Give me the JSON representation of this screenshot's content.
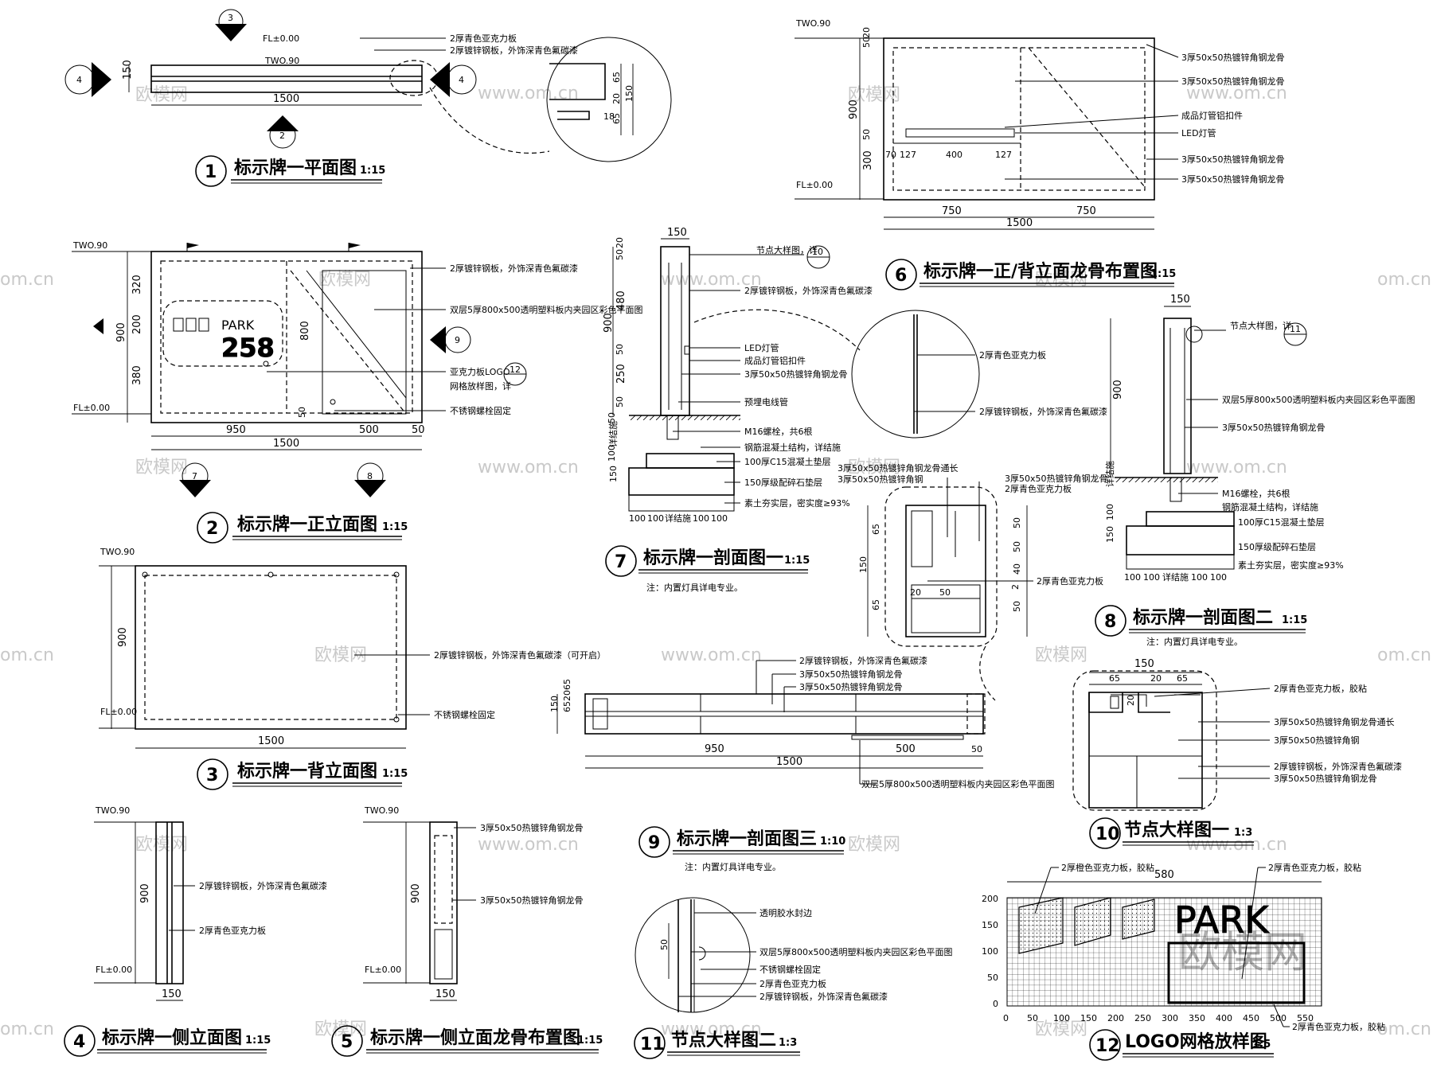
{
  "watermark": {
    "site": "www.om.cn",
    "site_short": "om.cn",
    "brand": "欧模网"
  },
  "levels": {
    "top": "TWO.90",
    "floor": "FL±0.00"
  },
  "titles": [
    {
      "num": "1",
      "name": "标示牌一平面图",
      "scale": "1:15"
    },
    {
      "num": "2",
      "name": "标示牌一正立面图",
      "scale": "1:15"
    },
    {
      "num": "3",
      "name": "标示牌一背立面图",
      "scale": "1:15"
    },
    {
      "num": "4",
      "name": "标示牌一侧立面图",
      "scale": "1:15"
    },
    {
      "num": "5",
      "name": "标示牌一侧立面龙骨布置图",
      "scale": "1:15"
    },
    {
      "num": "6",
      "name": "标示牌一正/背立面龙骨布置图",
      "scale": "1:15"
    },
    {
      "num": "7",
      "name": "标示牌一剖面图一",
      "scale": "1:15"
    },
    {
      "num": "8",
      "name": "标示牌一剖面图二",
      "scale": "1:15"
    },
    {
      "num": "9",
      "name": "标示牌一剖面图三",
      "scale": "1:10"
    },
    {
      "num": "10",
      "name": "节点大样图一",
      "scale": "1:3"
    },
    {
      "num": "11",
      "name": "节点大样图二",
      "scale": "1:3"
    },
    {
      "num": "12",
      "name": "LOGO网格放样图",
      "scale": "1:5"
    }
  ],
  "notes": {
    "lighting": "注：内置灯具详电专业。"
  },
  "labels": {
    "acrylic_blue": "2厚青色亚克力板",
    "steel_paint": "2厚镀锌钢板，外饰深青色氟碳漆",
    "steel_paint_open": "2厚镀锌钢板，外饰深青色氟碳漆（可开启）",
    "tube_angle": "3厚50x50热镀锌角钢龙骨",
    "tube_angle_through": "3厚50x50热镀锌角钢龙骨通长",
    "tube_angle_plain": "3厚50x50热镀锌角钢",
    "led_clip": "成品灯管铝扣件",
    "led": "LED灯管",
    "double_panel": "双层5厚800x500透明塑料板内夹园区彩色平面图",
    "acrylic_logo": "亚克力板LOGO",
    "grid_detail": "网格放样图，详",
    "ss_bolt": "不锈钢螺栓固定",
    "conduit": "预埋电线管",
    "m16": "M16螺栓，共6根",
    "rc_struct": "钢筋混凝土结构，详结施",
    "c15": "100厚C15混凝土垫层",
    "gravel": "150厚级配碎石垫层",
    "soil": "素土夯实层，密实度≥93%",
    "detail_ref": "节点大样图，详",
    "acrylic_glue": "2厚青色亚克力板，胶粘",
    "acrylic_orange_glue": "2厚橙色亚克力板，胶粘",
    "sealant": "透明胶水封边",
    "detail_see": "详结施"
  },
  "logo": {
    "word": "PARK",
    "number": "258"
  },
  "dims": {
    "d150": "150",
    "d1500": "1500",
    "d950": "950",
    "d500": "500",
    "d50": "50",
    "d900": "900",
    "d320": "320",
    "d200": "200",
    "d380": "380",
    "d800": "800",
    "d750": "750",
    "d400": "400",
    "d127": "127",
    "d70": "70",
    "d300": "300",
    "d20": "20",
    "d480": "480",
    "d250": "250",
    "d100": "100",
    "d65": "65",
    "d40": "40",
    "d18": "18",
    "d580": "580",
    "d652065": "652065",
    "d2": "2"
  },
  "grid_axis": {
    "x": [
      "0",
      "50",
      "100",
      "150",
      "200",
      "250",
      "300",
      "350",
      "400",
      "450",
      "500",
      "550"
    ],
    "y": [
      "200",
      "150",
      "100",
      "50",
      "0"
    ]
  },
  "section_refs": {
    "r3": "3",
    "r4": "4",
    "r2": "2",
    "r7": "7",
    "r8": "8",
    "r9": "9",
    "r10": "10",
    "r11": "11",
    "r12": "12"
  }
}
